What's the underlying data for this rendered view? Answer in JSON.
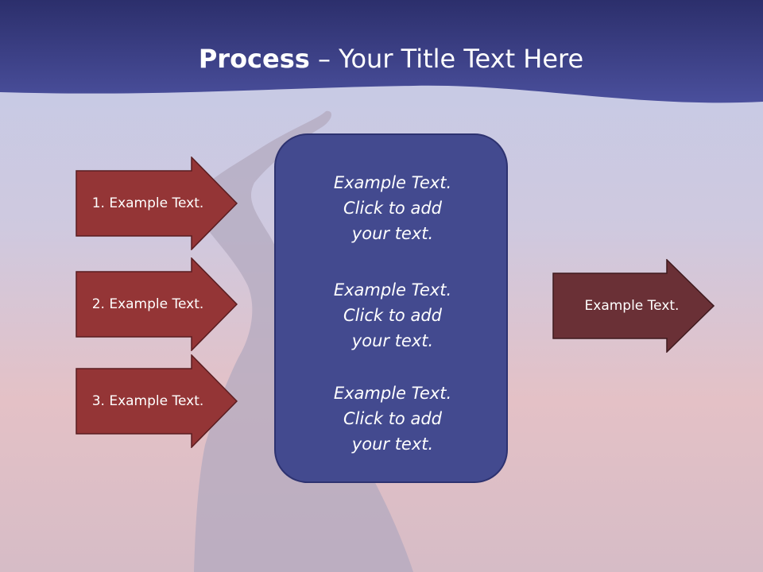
{
  "slide": {
    "title_bold": "Process",
    "title_rest": " – Your Title Text Here"
  },
  "inputs": [
    {
      "label": "1. Example Text."
    },
    {
      "label": "2. Example Text."
    },
    {
      "label": "3. Example Text."
    }
  ],
  "center_items": [
    {
      "line1": "Example Text.",
      "line2": "Click  to add",
      "line3": "your text."
    },
    {
      "line1": "Example Text.",
      "line2": "Click  to add",
      "line3": "your text."
    },
    {
      "line1": "Example Text.",
      "line2": "Click  to add",
      "line3": "your text."
    }
  ],
  "output": {
    "label": "Example Text."
  },
  "colors": {
    "header_band": "#3b3f86",
    "input_arrow_fill": "#943536",
    "output_arrow_fill": "#6a3036",
    "center_box_fill": "#434a8f"
  }
}
